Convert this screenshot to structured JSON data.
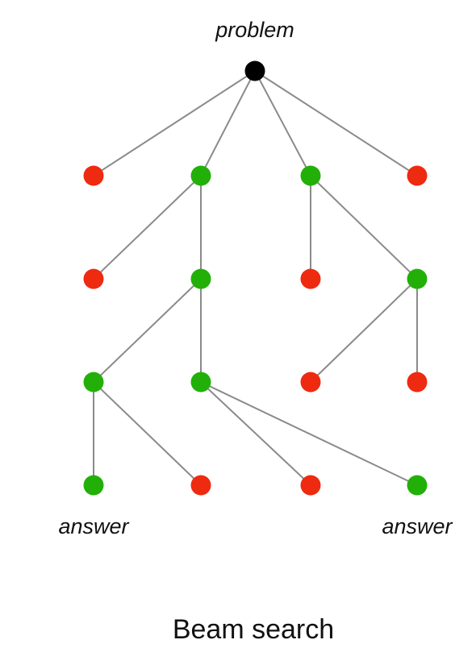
{
  "colors": {
    "root": "#000000",
    "kept": "#22b008",
    "pruned": "#ee2a10",
    "edge": "#8a8a8a"
  },
  "labels": {
    "top": "problem",
    "answer_left": "answer",
    "answer_right": "answer",
    "caption": "Beam search"
  },
  "tree": {
    "nodes": [
      {
        "id": "root",
        "status": "root"
      },
      {
        "id": "n1a",
        "status": "pruned"
      },
      {
        "id": "n1b",
        "status": "kept"
      },
      {
        "id": "n1c",
        "status": "kept"
      },
      {
        "id": "n1d",
        "status": "pruned"
      },
      {
        "id": "n2a",
        "status": "pruned"
      },
      {
        "id": "n2b",
        "status": "kept"
      },
      {
        "id": "n2c",
        "status": "pruned"
      },
      {
        "id": "n2d",
        "status": "kept"
      },
      {
        "id": "n3a",
        "status": "kept"
      },
      {
        "id": "n3b",
        "status": "kept"
      },
      {
        "id": "n3c",
        "status": "pruned"
      },
      {
        "id": "n3d",
        "status": "pruned"
      },
      {
        "id": "n4a",
        "status": "kept"
      },
      {
        "id": "n4b",
        "status": "pruned"
      },
      {
        "id": "n4c",
        "status": "pruned"
      },
      {
        "id": "n4d",
        "status": "kept"
      }
    ],
    "edges": [
      [
        "root",
        "n1a"
      ],
      [
        "root",
        "n1b"
      ],
      [
        "root",
        "n1c"
      ],
      [
        "root",
        "n1d"
      ],
      [
        "n1b",
        "n2a"
      ],
      [
        "n1b",
        "n2b"
      ],
      [
        "n1c",
        "n2c"
      ],
      [
        "n1c",
        "n2d"
      ],
      [
        "n2b",
        "n3a"
      ],
      [
        "n2b",
        "n3b"
      ],
      [
        "n2d",
        "n3c"
      ],
      [
        "n2d",
        "n3d"
      ],
      [
        "n3a",
        "n4a"
      ],
      [
        "n3a",
        "n4b"
      ],
      [
        "n3b",
        "n4c"
      ],
      [
        "n3b",
        "n4d"
      ]
    ]
  }
}
